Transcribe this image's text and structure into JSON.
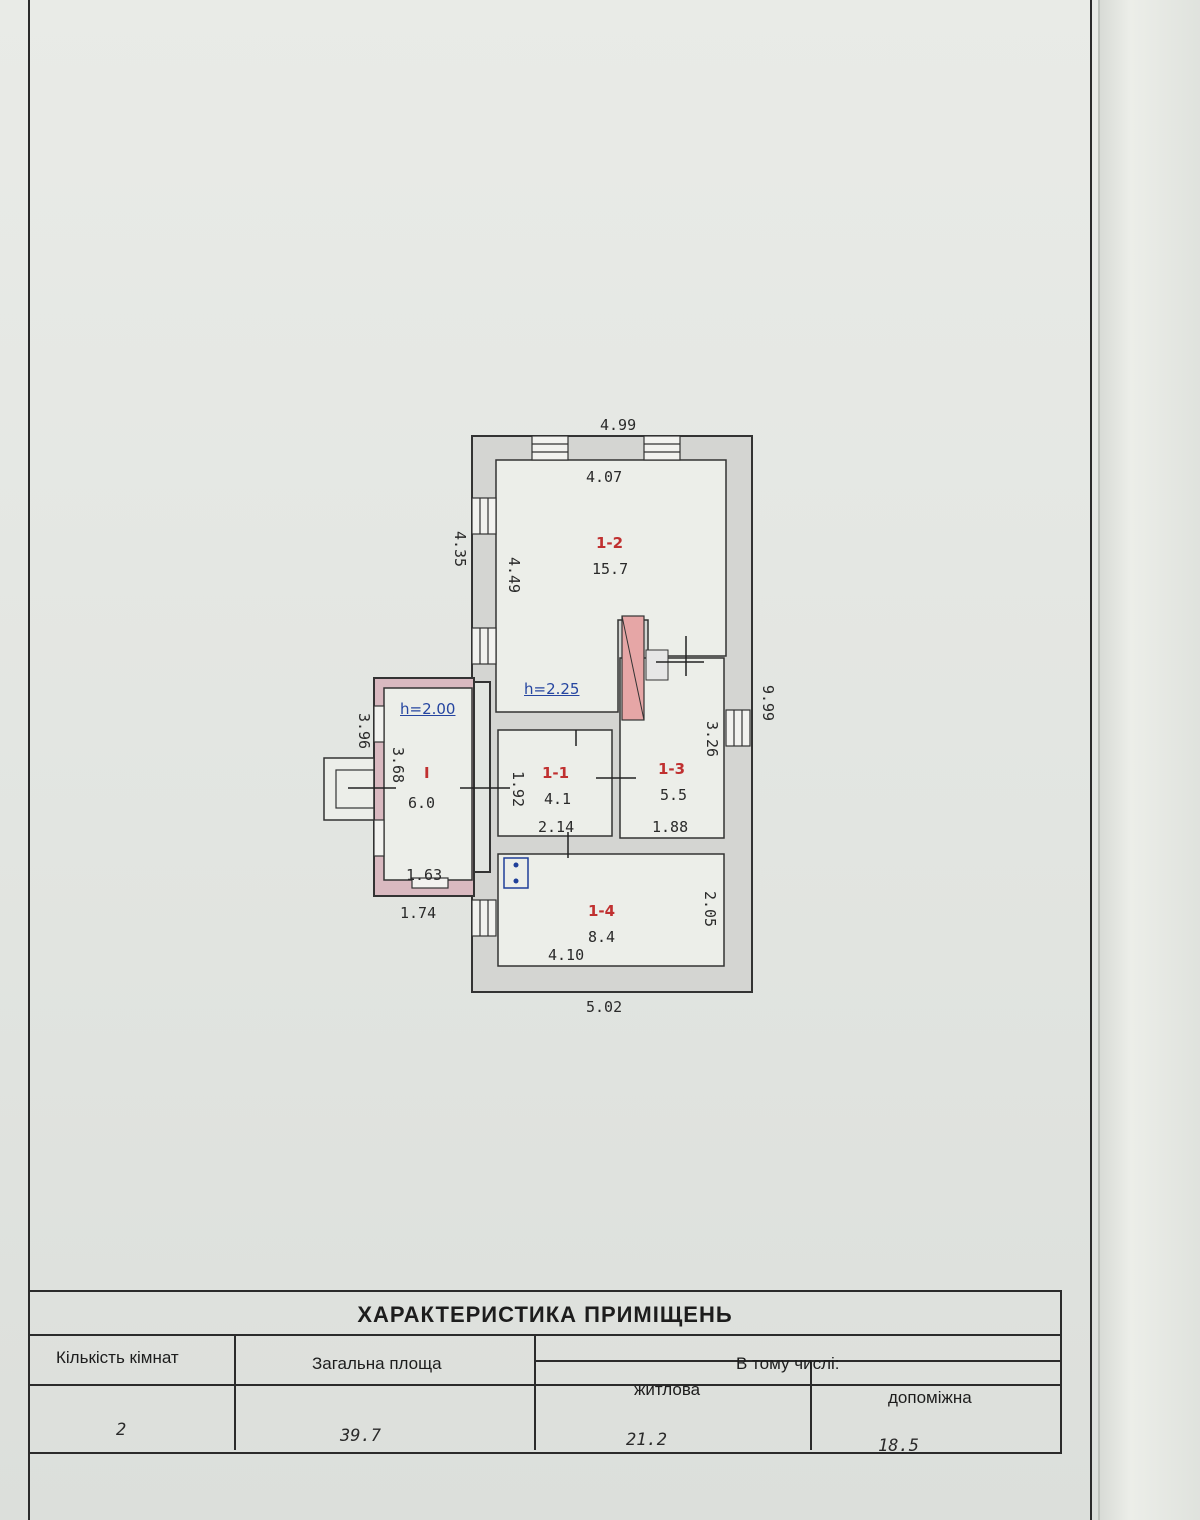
{
  "plan": {
    "dimensions": {
      "top_outer": "4.99",
      "top_inner": "4.07",
      "left_upper_outer": "4.35",
      "left_upper_inner": "4.49",
      "right_outer": "9.99",
      "room13_height": "3.26",
      "porch_outer_left": "3.96",
      "porch_inner_left": "3.68",
      "room11_height": "1.92",
      "room11_width": "2.14",
      "room13_width": "1.88",
      "porch_inner_bottom": "1.63",
      "porch_outer_bottom": "1.74",
      "room14_height": "2.05",
      "room14_width": "4.10",
      "bottom_outer": "5.02"
    },
    "rooms": [
      {
        "number": "1-2",
        "area": "15.7"
      },
      {
        "number": "I",
        "area": "6.0"
      },
      {
        "number": "1-1",
        "area": "4.1"
      },
      {
        "number": "1-3",
        "area": "5.5"
      },
      {
        "number": "1-4",
        "area": "8.4"
      }
    ],
    "heights": {
      "main": "h=2.25",
      "porch": "h=2.00"
    }
  },
  "table": {
    "title": "ХАРАКТЕРИСТИКА   ПРИМІЩЕНЬ",
    "headers": {
      "rooms_count": "Кількість кімнат",
      "total_area": "Загальна площа",
      "including": "В тому числі:",
      "living": "житлова",
      "auxiliary": "допоміжна"
    },
    "values": {
      "rooms_count": "2",
      "total_area": "39.7",
      "living": "21.2",
      "auxiliary": "18.5"
    }
  }
}
